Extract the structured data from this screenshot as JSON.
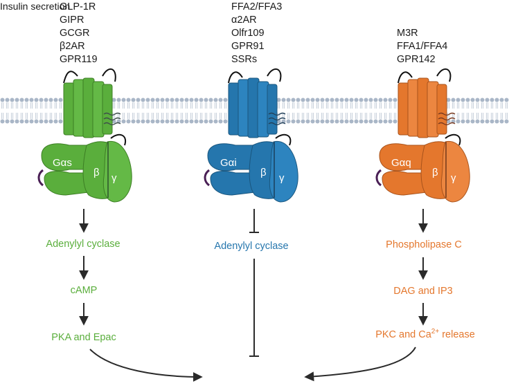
{
  "overlay_text": "Insulin secretion",
  "colors": {
    "gs": "#5aae3c",
    "gi": "#2576ad",
    "gq": "#e4772d",
    "membrane": "#a9b6c7",
    "arrow": "#2a2a2a"
  },
  "columns": [
    {
      "receptors": [
        "GLP-1R",
        "GIPR",
        "GCGR",
        "β2AR",
        "GPR119"
      ],
      "alpha": "Gαs",
      "beta": "β",
      "gamma": "γ",
      "steps": [
        "Adenylyl cyclase",
        "cAMP",
        "PKA and Epac"
      ]
    },
    {
      "receptors": [
        "FFA2/FFA3",
        "α2AR",
        "Olfr109",
        "GPR91",
        "SSRs"
      ],
      "alpha": "Gαi",
      "beta": "β",
      "gamma": "γ",
      "steps": [
        "Adenylyl cyclase"
      ]
    },
    {
      "receptors": [
        "M3R",
        "FFA1/FFA4",
        "GPR142"
      ],
      "alpha": "Gαq",
      "beta": "β",
      "gamma": "γ",
      "steps": [
        "Phospholipase C",
        "DAG and IP3"
      ],
      "final": {
        "prefix": "PKC and Ca",
        "sup": "2+",
        "suffix": " release"
      }
    }
  ]
}
